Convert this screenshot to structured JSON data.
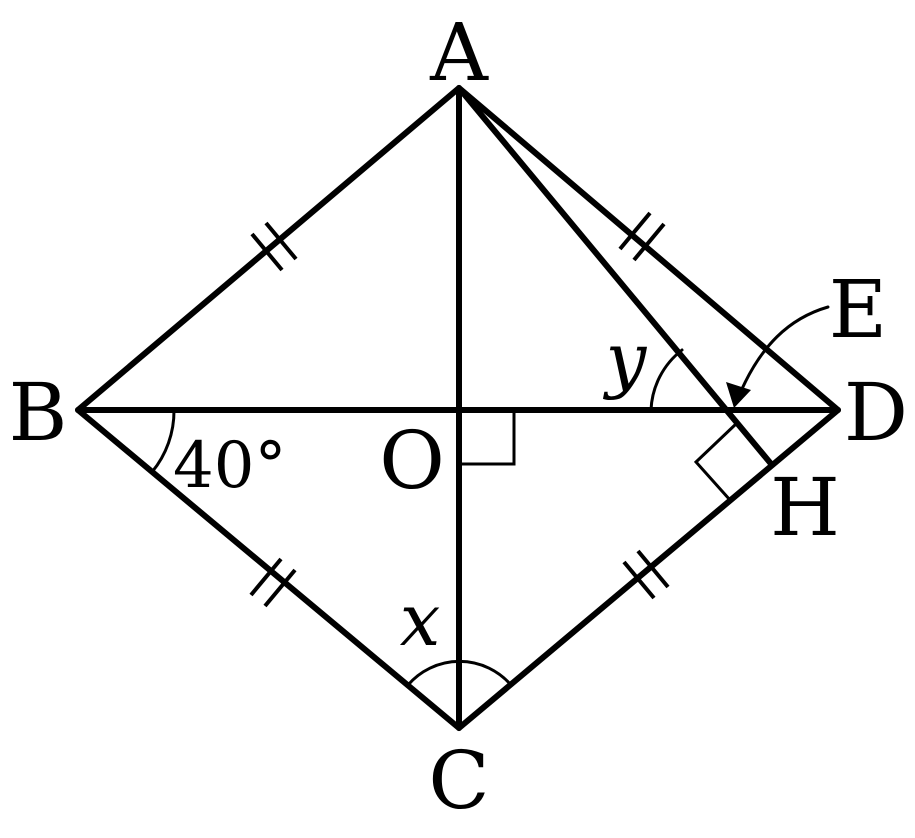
{
  "points": {
    "A": "A",
    "B": "B",
    "C": "C",
    "D": "D",
    "O": "O",
    "E": "E",
    "H": "H"
  },
  "angles": {
    "angle_b": "40°",
    "x": "x",
    "y": "y"
  }
}
